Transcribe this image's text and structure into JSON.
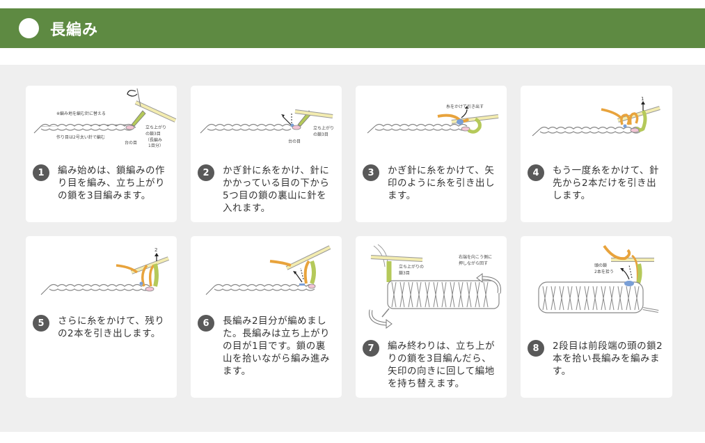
{
  "header": {
    "title": "長編み",
    "accent_color": "#5e8a42"
  },
  "steps": [
    {
      "number": "1",
      "text": "編み始めは、鎖編みの作り目を編み、立ち上がりの鎖を3目編みます。",
      "labels": {
        "note": "※編み地を編む針に替える",
        "base": "作り目は2号太い針で編む",
        "tachiagari": "立ち上がり",
        "chain3": "の鎖3目",
        "paren1": "（長編み",
        "paren2": "1目分）",
        "daino": "台の目"
      }
    },
    {
      "number": "2",
      "text": "かぎ針に糸をかけ、針にかかっている目の下から5つ目の鎖の裏山に針を入れます。",
      "labels": {
        "tachiagari": "立ち上がり",
        "chain3": "の鎖3目",
        "daino": "台の目"
      }
    },
    {
      "number": "3",
      "text": "かぎ針に糸をかけて、矢印のように糸を引き出します。",
      "labels": {
        "pull": "糸をかけて引き出す"
      }
    },
    {
      "number": "4",
      "text": "もう一度糸をかけて、針先から2本だけを引き出します。",
      "labels": {
        "marker": "1"
      }
    },
    {
      "number": "5",
      "text": "さらに糸をかけて、残りの2本を引き出します。",
      "labels": {
        "marker": "2"
      }
    },
    {
      "number": "6",
      "text": "長編み2目分が編めました。長編みは立ち上がりの目が1目です。鎖の裏山を拾いながら編み進みます。",
      "labels": {}
    },
    {
      "number": "7",
      "text": "編み終わりは、立ち上がりの鎖を3目編んだら、矢印の向きに回して編地を持ち替えます。",
      "labels": {
        "tachiagari": "立ち上がりの",
        "chain3": "鎖3目",
        "rotate1": "右端を向こう側に",
        "rotate2": "押しながら回す"
      }
    },
    {
      "number": "8",
      "text": "2段目は前段端の頭の鎖2本を拾い長編みを編みます。",
      "labels": {
        "head1": "頭の鎖",
        "head2": "2本を拾う"
      }
    }
  ],
  "colors": {
    "page_bg": "#efefef",
    "card_bg": "#ffffff",
    "badge": "#595959",
    "yarn_orange": "#e8a33c",
    "yarn_green": "#b5c95a",
    "needle": "#f3ecb0",
    "stitch_pink": "#f2c4d4",
    "stitch_blue": "#7a9fd6"
  }
}
